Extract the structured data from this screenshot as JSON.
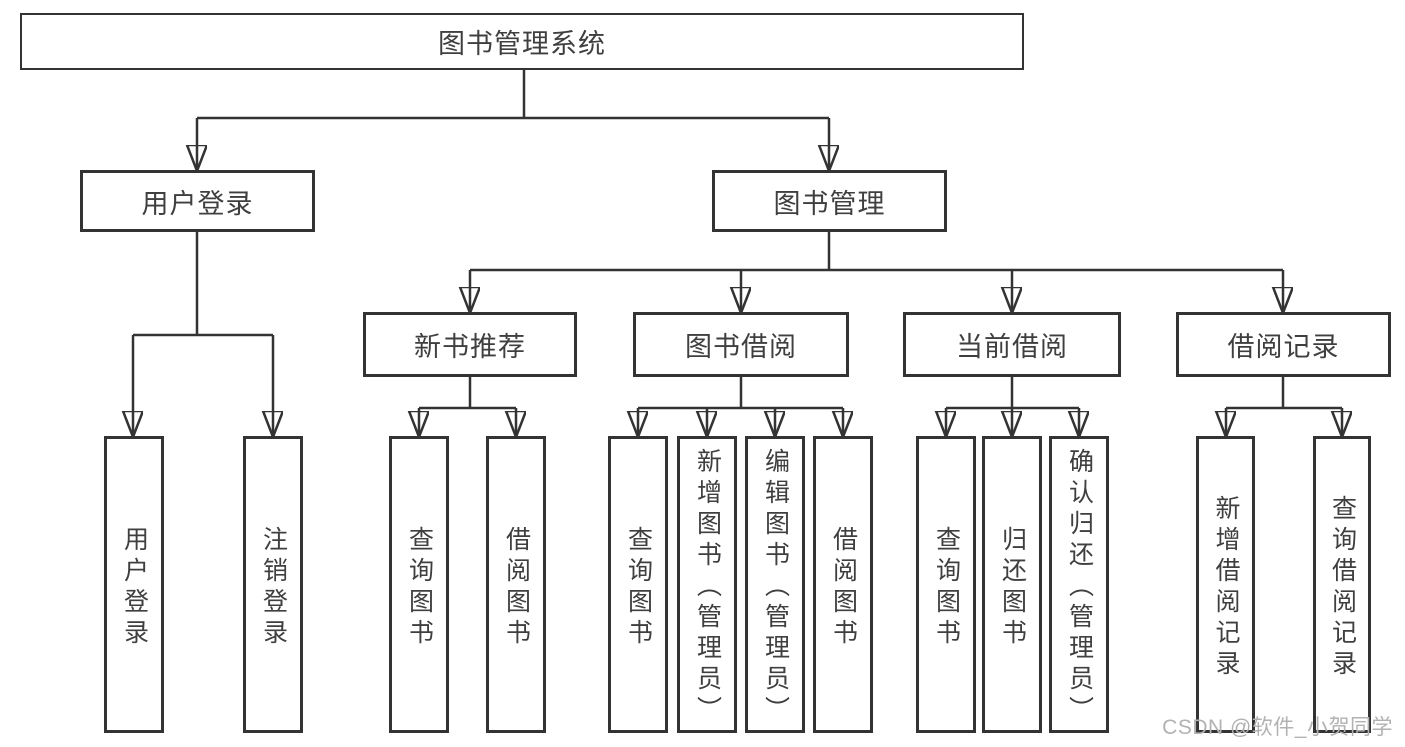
{
  "diagram": {
    "root": "图书管理系统",
    "branches": [
      {
        "label": "用户登录",
        "children": [
          {
            "label": "用户登录"
          },
          {
            "label": "注销登录"
          }
        ]
      },
      {
        "label": "图书管理",
        "children": [
          {
            "label": "新书推荐",
            "children": [
              {
                "label": "查询图书"
              },
              {
                "label": "借阅图书"
              }
            ]
          },
          {
            "label": "图书借阅",
            "children": [
              {
                "label": "查询图书"
              },
              {
                "label": "新增图书（管理员）"
              },
              {
                "label": "编辑图书（管理员）"
              },
              {
                "label": "借阅图书"
              }
            ]
          },
          {
            "label": "当前借阅",
            "children": [
              {
                "label": "查询图书"
              },
              {
                "label": "归还图书"
              },
              {
                "label": "确认归还（管理员）"
              }
            ]
          },
          {
            "label": "借阅记录",
            "children": [
              {
                "label": "新增借阅记录"
              },
              {
                "label": "查询借阅记录"
              }
            ]
          }
        ]
      }
    ]
  },
  "watermark": "CSDN @软件_小贺同学",
  "style": {
    "line_color": "#333333",
    "text_color": "#3f3f3f",
    "box_background": "#ffffff",
    "watermark_color": "#b2b2b2",
    "background": "#ffffff"
  }
}
